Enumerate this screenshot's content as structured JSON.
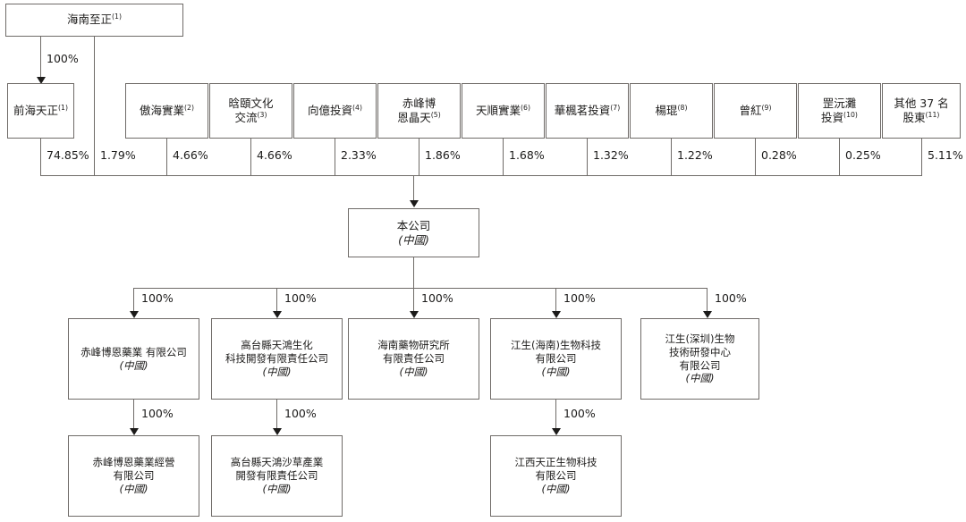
{
  "chart_data": {
    "type": "diagram",
    "title": "Shareholding / corporate structure chart",
    "notation": {
      "country_label": "(中國)",
      "percent_suffix": "%"
    },
    "root": {
      "id": "hainan-zhizheng",
      "name": "海南至正",
      "footnote": "(1)"
    },
    "intermediate": {
      "id": "qianhai-tianzheng",
      "name": "前海天正",
      "footnote": "(1)",
      "edge_from_root": "100%"
    },
    "shareholders": [
      {
        "id": "qianhai-tianzheng",
        "name": "前海天正",
        "footnote": "(1)",
        "percent": "74.85%"
      },
      {
        "id": "hainan-zhizheng-direct",
        "name": "海南至正",
        "footnote": "(1)",
        "percent": "1.79%"
      },
      {
        "id": "aohai-shiye",
        "name": "傲海實業",
        "footnote": "(2)",
        "percent": "4.66%"
      },
      {
        "id": "hanyi-wenhua-jiaoliu",
        "name": "晗頤文化\n交流",
        "footnote": "(3)",
        "percent": "4.66%"
      },
      {
        "id": "xiangyi-touzi",
        "name": "向億投資",
        "footnote": "(4)",
        "percent": "2.33%"
      },
      {
        "id": "chifeng-boen-jingtian",
        "name": "赤峰博\n恩晶天",
        "footnote": "(5)",
        "percent": "1.86%"
      },
      {
        "id": "tianshun-shiye",
        "name": "天順實業",
        "footnote": "(6)",
        "percent": "1.68%"
      },
      {
        "id": "huafengming-touzi",
        "name": "華楓茗投資",
        "footnote": "(7)",
        "percent": "1.32%"
      },
      {
        "id": "yang-kun",
        "name": "楊琨",
        "footnote": "(8)",
        "percent": "1.22%"
      },
      {
        "id": "zeng-hong",
        "name": "曾紅",
        "footnote": "(9)",
        "percent": "0.28%"
      },
      {
        "id": "gangyuantan-touzi",
        "name": "罡沅灘\n投資",
        "footnote": "(10)",
        "percent": "0.25%"
      },
      {
        "id": "other-37-shareholders",
        "name": "其他 37 名\n股東",
        "footnote": "(11)",
        "percent": "5.11%"
      }
    ],
    "company": {
      "id": "the-company",
      "name": "本公司",
      "jurisdiction": "(中國)"
    },
    "subsidiaries": [
      {
        "id": "chifeng-boen-pharma",
        "name": "赤峰博恩藥業 有限公司",
        "jurisdiction": "(中國)",
        "percent": "100%",
        "children": [
          {
            "id": "chifeng-boen-pharma-sales",
            "name": "赤峰博恩藥業經營\n有限公司",
            "jurisdiction": "(中國)",
            "percent": "100%"
          }
        ]
      },
      {
        "id": "gaotai-tianhong-biochem",
        "name": "高台縣天鴻生化\n科技開發有限責任公司",
        "jurisdiction": "(中國)",
        "percent": "100%",
        "children": [
          {
            "id": "gaotai-tianhong-shacao",
            "name": "高台縣天鴻沙草產業\n開發有限責任公司",
            "jurisdiction": "(中國)",
            "percent": "100%"
          }
        ]
      },
      {
        "id": "hainan-drug-research",
        "name": "海南藥物研究所\n有限責任公司",
        "jurisdiction": "(中國)",
        "percent": "100%",
        "children": []
      },
      {
        "id": "jiangsheng-hainan-bio",
        "name": "江生(海南)生物科技\n有限公司",
        "jurisdiction": "(中國)",
        "percent": "100%",
        "children": [
          {
            "id": "jiangxi-tianzheng-bio",
            "name": "江西天正生物科技\n有限公司",
            "jurisdiction": "(中國)",
            "percent": "100%"
          }
        ]
      },
      {
        "id": "jiangsheng-shenzhen-bio",
        "name": "江生(深圳)生物\n技術研發中心\n有限公司",
        "jurisdiction": "(中國)",
        "percent": "100%",
        "children": []
      }
    ],
    "colors": {
      "line": "#6f6b68",
      "text": "#1c1b1a",
      "arrow": "#1c1b1a",
      "background": "#ffffff"
    }
  }
}
